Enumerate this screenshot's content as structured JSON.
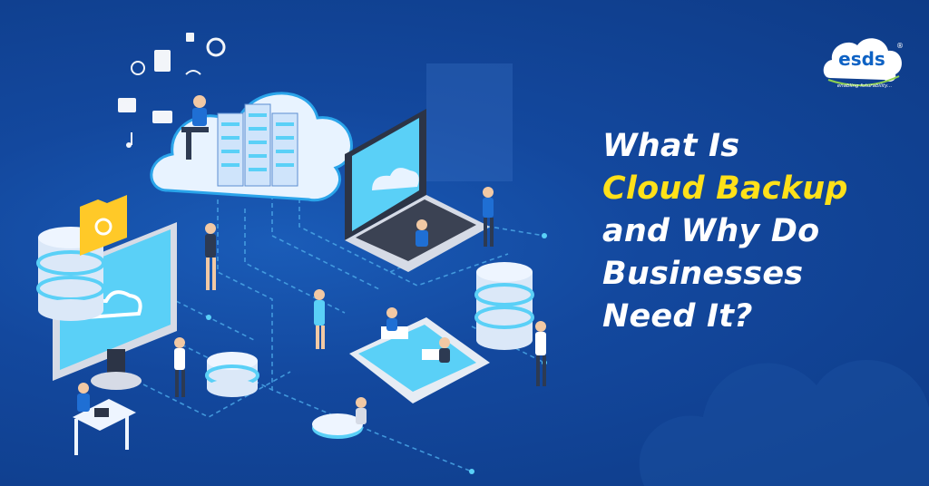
{
  "headline": {
    "line1": "What Is",
    "line2": "Cloud Backup",
    "line3": "and Why Do",
    "line4": "Businesses",
    "line5": "Need It?"
  },
  "logo": {
    "name": "esds",
    "tagline": "enabling futurability...",
    "registered": "®"
  },
  "colors": {
    "background": "#0f3f8c",
    "accent": "#ffe119",
    "text": "#ffffff",
    "cyan": "#5ad0f7"
  }
}
